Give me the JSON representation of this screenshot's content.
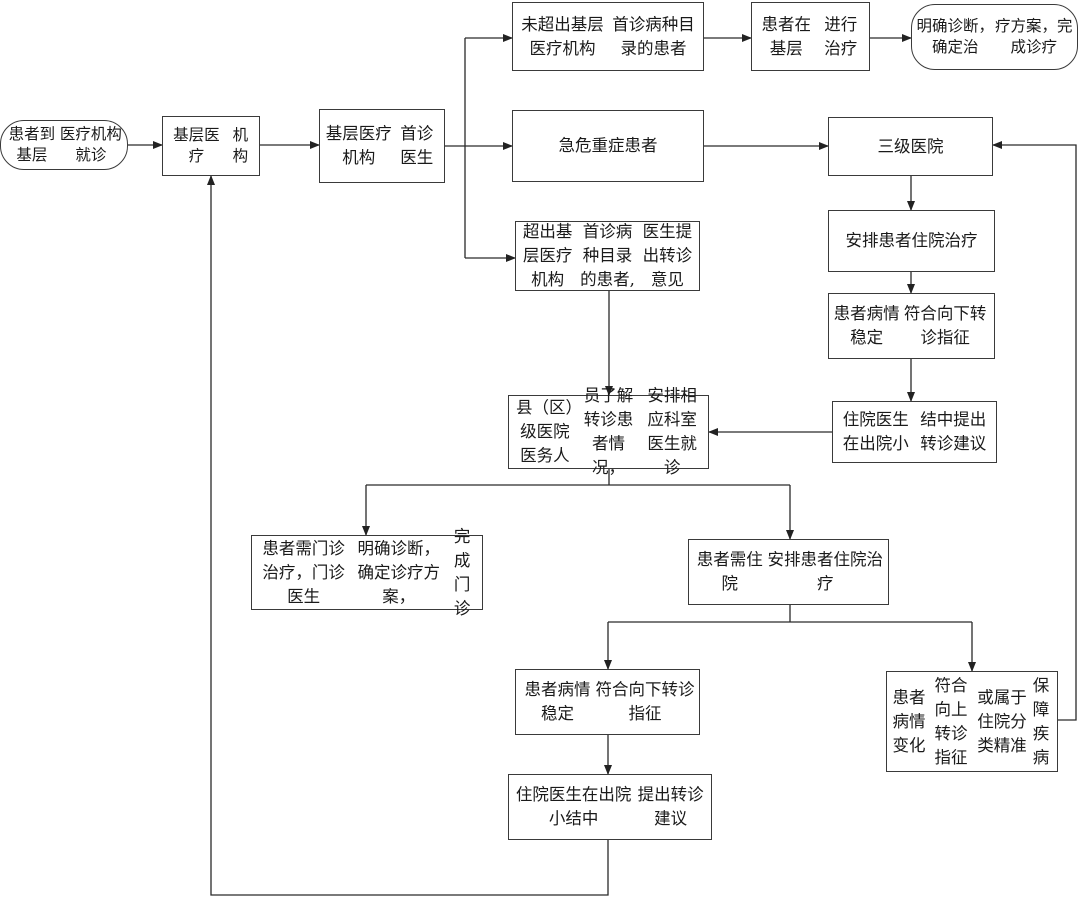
{
  "nodes": {
    "start": "患者到基层\n医疗机构就诊",
    "primary_institution": "基层医疗\n机构",
    "primary_doctor": "基层医疗机构\n首诊医生",
    "within_catalog": "未超出基层医疗机构\n首诊病种目录的患者",
    "treat_primary": "患者在基层\n进行治疗",
    "end_primary": "明确诊断，确定治\n疗方案，完成诊疗",
    "critical": "急危重症患者",
    "tertiary": "三级医院",
    "tertiary_admit": "安排患者住院治疗",
    "tertiary_stable": "患者病情稳定\n符合向下转诊指征",
    "tertiary_discharge": "住院医生在出院小\n结中提出转诊建议",
    "beyond_catalog": "超出基层医疗机构\n首诊病种目录的患者,\n医生提出转诊意见",
    "county": "县（区）级医院医务人\n员了解转诊患者情况，\n安排相应科室医生就诊",
    "outpatient": "患者需门诊治疗，门诊医生\n明确诊断，确定诊疗方案，\n完成门诊",
    "inpatient": "患者需住院\n安排患者住院治疗",
    "county_stable": "患者病情稳定\n符合向下转诊指征",
    "county_up": "患者病情变化\n符合向上转诊指征\n或属于住院分类精准\n保障疾病",
    "county_discharge": "住院医生在出院小结中\n提出转诊建议"
  }
}
